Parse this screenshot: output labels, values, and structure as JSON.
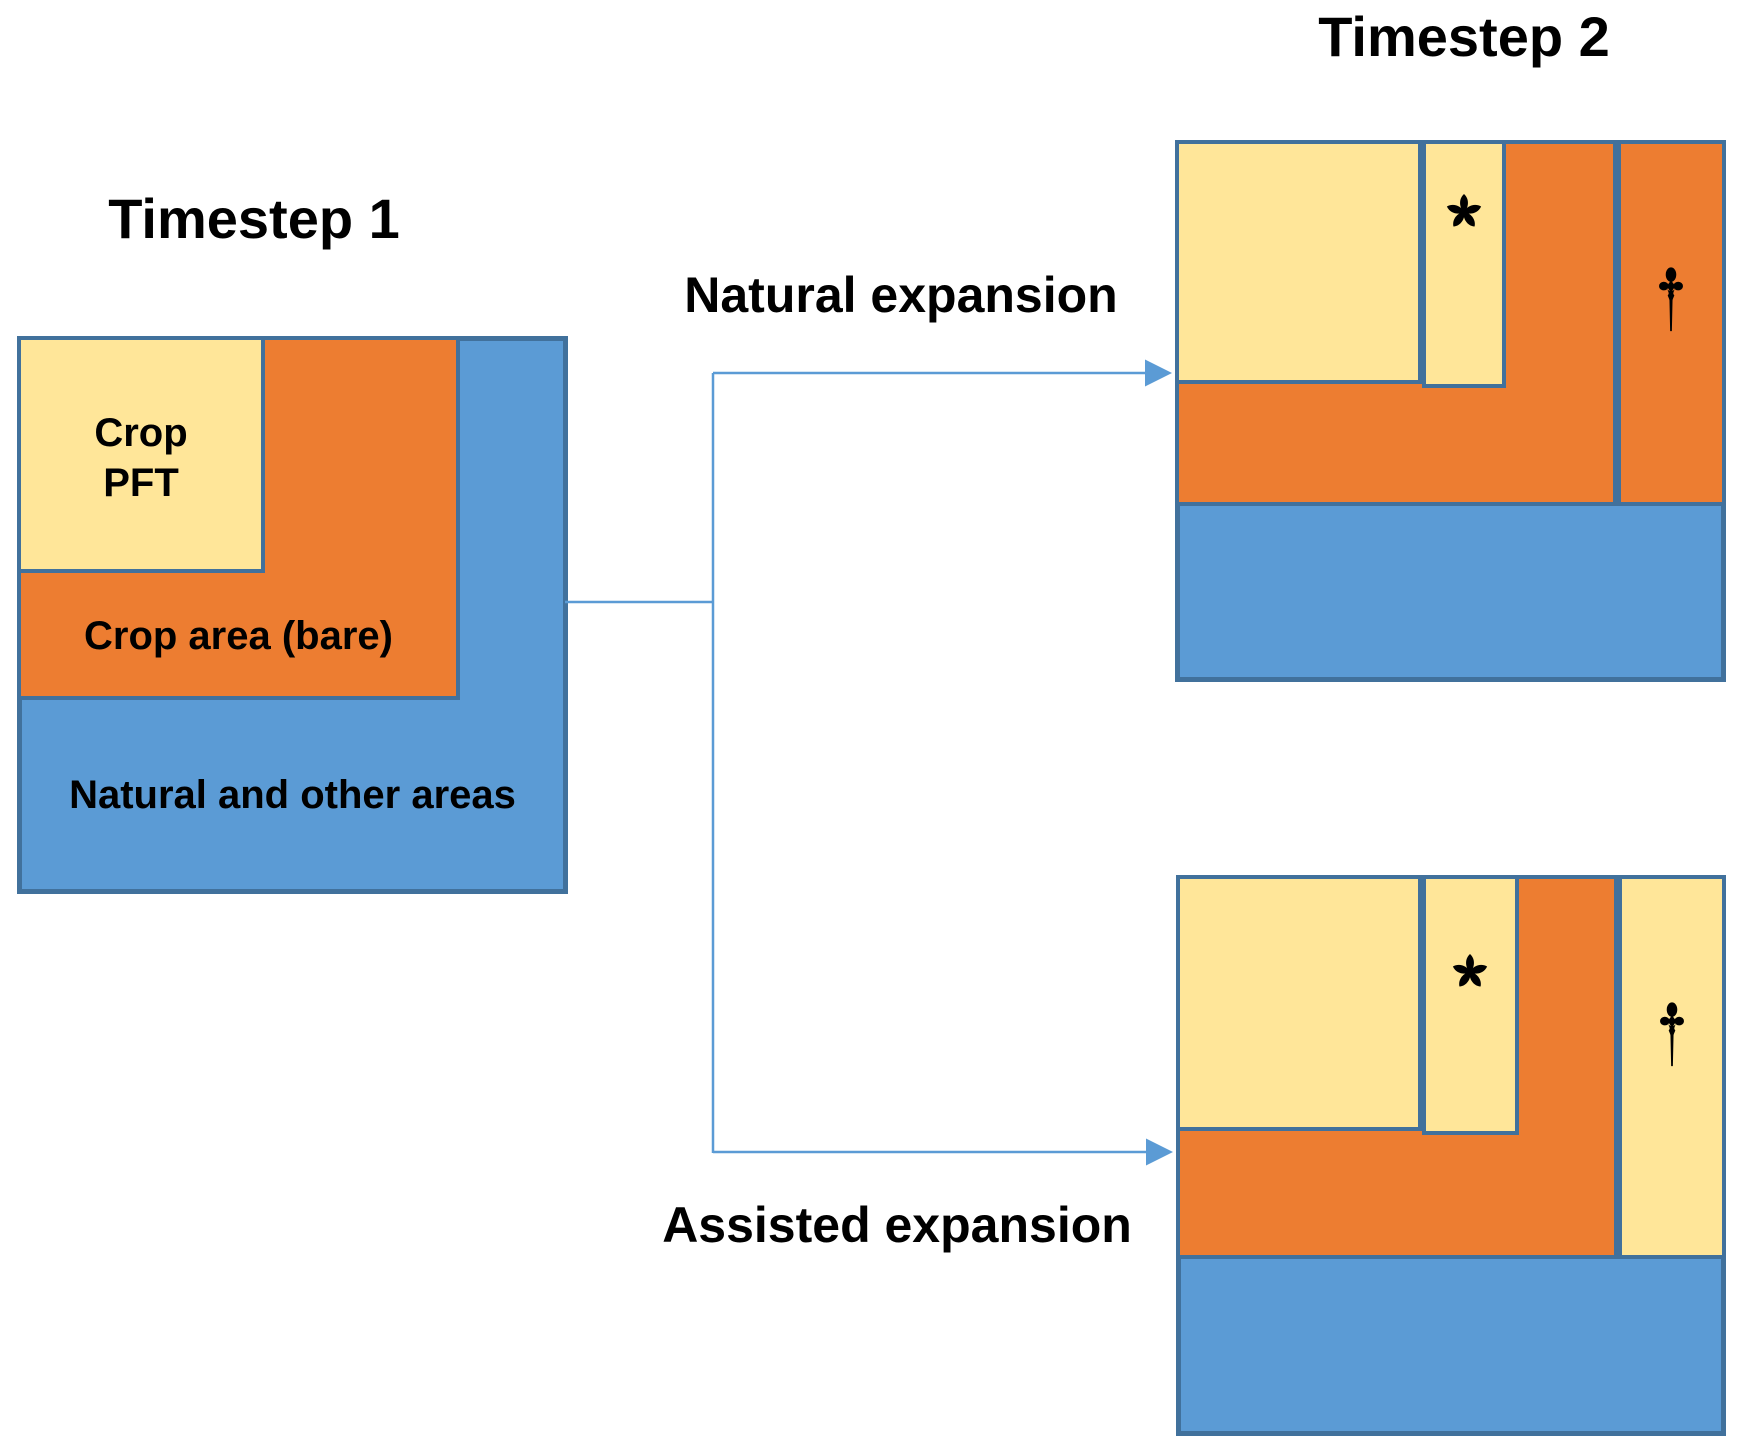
{
  "titles": {
    "timestep1": "Timestep 1",
    "timestep2": "Timestep 2"
  },
  "flow": {
    "natural_label": "Natural expansion",
    "assisted_label": "Assisted expansion"
  },
  "timestep1_regions": {
    "crop_pft": "Crop\nPFT",
    "crop_area_bare": "Crop area (bare)",
    "natural_other": "Natural and other areas"
  },
  "symbols": {
    "asterisk_marker": "*",
    "dagger_marker": "†"
  },
  "colors": {
    "yellow": "#FFE699",
    "orange": "#ED7D31",
    "blue": "#5B9BD5",
    "border": "#41719C",
    "connector": "#5B9BD5",
    "text": "#000000"
  }
}
